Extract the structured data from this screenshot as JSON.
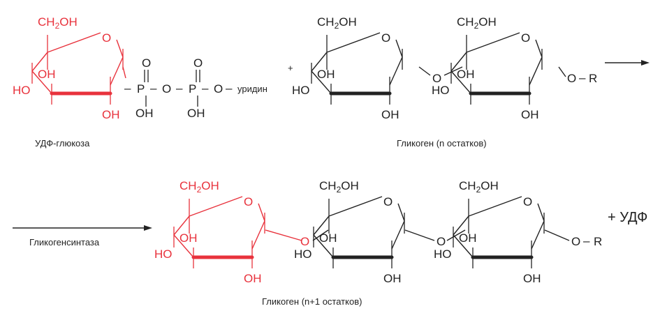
{
  "colors": {
    "highlight": "#e8323c",
    "ink": "#222222"
  },
  "atoms": {
    "ch2oh_main": "CH",
    "ch2oh_sub": "2",
    "ch2oh_tail": "OH",
    "oh": "OH",
    "ho": "HO",
    "o": "O",
    "p": "P",
    "r": "R"
  },
  "phosphate": {
    "dash": "–",
    "uridine": "уридин"
  },
  "labels": {
    "udp_glucose": "УДФ-глюкоза",
    "glycogen_n": "Гликоген (n  остатков)",
    "glycogen_n1": "Гликоген (n+1 остатков)",
    "enzyme": "Гликогенсинтаза",
    "plus": "+",
    "udp_plus": "+  УДФ"
  },
  "rings": [
    {
      "color": "highlight"
    },
    {
      "color": "ink"
    },
    {
      "color": "ink"
    },
    {
      "color": "highlight"
    },
    {
      "color": "ink"
    },
    {
      "color": "ink"
    }
  ]
}
